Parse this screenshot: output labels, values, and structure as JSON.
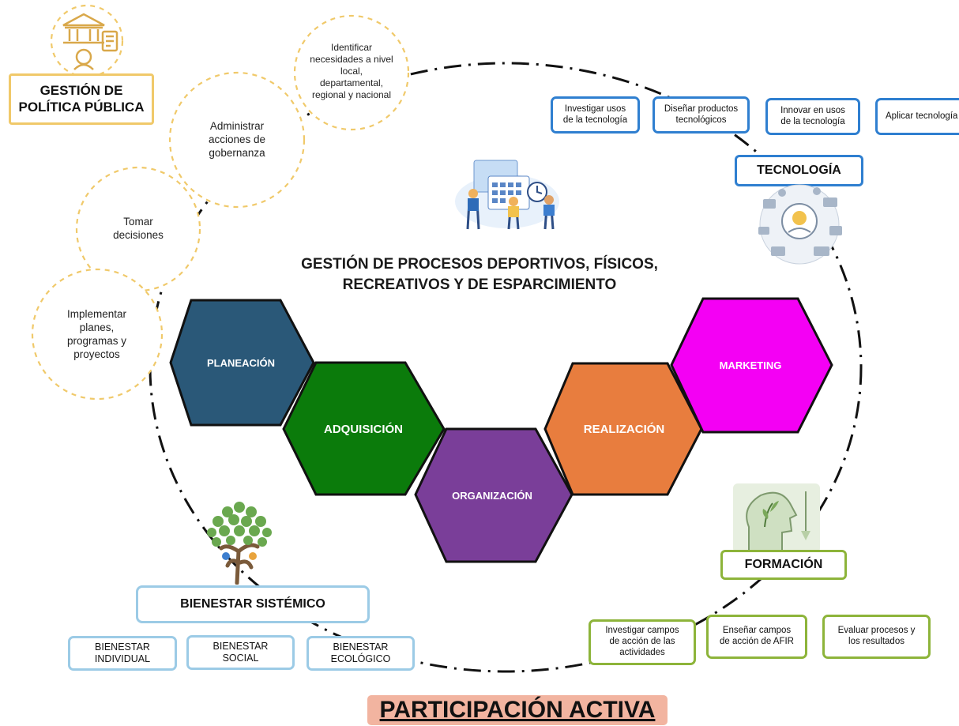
{
  "policy": {
    "title_line1": "GESTIÓN DE",
    "title_line2": "POLÍTICA PÚBLICA",
    "bubbles": [
      [
        "Identificar",
        "necesidades a nivel",
        "local,",
        "departamental,",
        "regional y nacional"
      ],
      [
        "Administrar",
        "acciones de",
        "gobernanza"
      ],
      [
        "Tomar",
        "decisiones"
      ],
      [
        "Implementar",
        "planes,",
        "programas y",
        "proyectos"
      ]
    ]
  },
  "center": {
    "title_line1": "GESTIÓN DE PROCESOS DEPORTIVOS, FÍSICOS,",
    "title_line2": "RECREATIVOS Y DE ESPARCIMIENTO"
  },
  "hexagons": [
    {
      "label": "PLANEACIÓN",
      "color": "#2a5878"
    },
    {
      "label": "ADQUISICIÓN",
      "color": "#0b7b0b"
    },
    {
      "label": "ORGANIZACIÓN",
      "color": "#7a3e99"
    },
    {
      "label": "REALIZACIÓN",
      "color": "#e87d3e"
    },
    {
      "label": "MARKETING",
      "color": "#f400f4"
    }
  ],
  "technology": {
    "title": "TECNOLOGÍA",
    "items": [
      [
        "Investigar usos",
        "de la tecnología"
      ],
      [
        "Diseñar productos",
        "tecnológicos"
      ],
      [
        "Innovar en usos",
        "de la tecnología"
      ],
      [
        "Aplicar tecnología"
      ]
    ]
  },
  "formation": {
    "title": "FORMACIÓN",
    "items": [
      [
        "Investigar campos",
        "de acción de las",
        "actividades"
      ],
      [
        "Enseñar  campos",
        "de acción de AFIR"
      ],
      [
        "Evaluar  procesos y",
        "los resultados"
      ]
    ]
  },
  "wellbeing": {
    "title": "BIENESTAR SISTÉMICO",
    "items": [
      [
        "BIENESTAR",
        "INDIVIDUAL"
      ],
      [
        "BIENESTAR",
        "SOCIAL"
      ],
      [
        "BIENESTAR",
        "ECOLÓGICO"
      ]
    ]
  },
  "footer": "PARTICIPACIÓN ACTIVA",
  "colors": {
    "gold": "#f0c96a",
    "blue": "#2f7fd0",
    "green": "#8db43a",
    "light_blue": "#9ccbe6",
    "footer_bg": "#f2b4a0"
  },
  "icons": [
    "government-building-icon",
    "planning-calendar-icon",
    "technology-head-icon",
    "formation-head-icon",
    "wellbeing-tree-icon"
  ]
}
